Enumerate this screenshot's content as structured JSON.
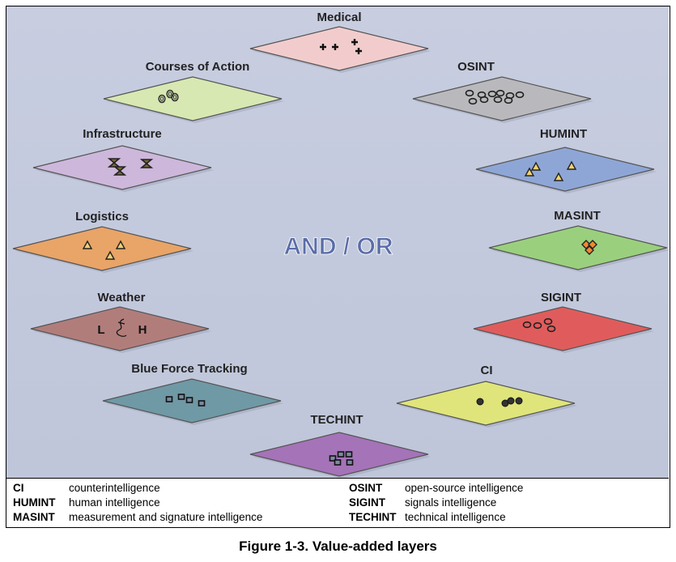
{
  "layers": [
    {
      "id": "medical",
      "label": "Medical",
      "color": "#f2cccc",
      "marker": "plus"
    },
    {
      "id": "coa",
      "label": "Courses of Action",
      "color": "#d7e8b2",
      "marker": "ring"
    },
    {
      "id": "osint",
      "label": "OSINT",
      "color": "#b9b9bd",
      "marker": "ellipse"
    },
    {
      "id": "infrastructure",
      "label": "Infrastructure",
      "color": "#cdb7db",
      "marker": "hourglass"
    },
    {
      "id": "humint",
      "label": "HUMINT",
      "color": "#8ea6d6",
      "marker": "triangle"
    },
    {
      "id": "logistics",
      "label": "Logistics",
      "color": "#e9a467",
      "marker": "triangle"
    },
    {
      "id": "masint",
      "label": "MASINT",
      "color": "#9ad07d",
      "marker": "diamond"
    },
    {
      "id": "weather",
      "label": "Weather",
      "color": "#b17d7b",
      "marker": "weather"
    },
    {
      "id": "sigint",
      "label": "SIGINT",
      "color": "#e05c5c",
      "marker": "ellipse"
    },
    {
      "id": "bft",
      "label": "Blue Force Tracking",
      "color": "#6f99a5",
      "marker": "square"
    },
    {
      "id": "ci",
      "label": "CI",
      "color": "#dfe57a",
      "marker": "dot"
    },
    {
      "id": "techint",
      "label": "TECHINT",
      "color": "#a573b8",
      "marker": "square"
    }
  ],
  "center_text": "AND / OR",
  "weather_symbols": {
    "low": "L",
    "high": "H"
  },
  "legend": {
    "left": [
      {
        "abbr": "CI",
        "desc": "counterintelligence"
      },
      {
        "abbr": "HUMINT",
        "desc": "human intelligence"
      },
      {
        "abbr": "MASINT",
        "desc": "measurement and signature intelligence"
      }
    ],
    "right": [
      {
        "abbr": "OSINT",
        "desc": "open-source intelligence"
      },
      {
        "abbr": "SIGINT",
        "desc": "signals intelligence"
      },
      {
        "abbr": "TECHINT",
        "desc": "technical intelligence"
      }
    ]
  },
  "caption": "Figure 1-3. Value-added layers",
  "colors": {
    "background": "#c3c9dc",
    "outline": "#555555",
    "title": "#5a6da8"
  }
}
